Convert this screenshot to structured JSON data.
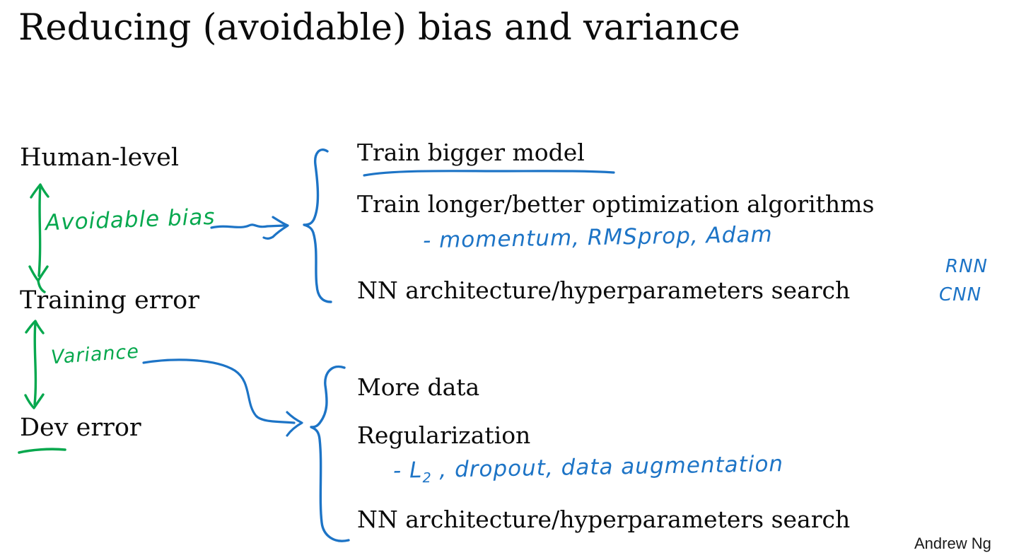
{
  "slide": {
    "title": "Reducing (avoidable) bias and variance",
    "credit": "Andrew Ng",
    "levels": {
      "human_level": "Human-level",
      "training_error": "Training error",
      "dev_error": "Dev error"
    },
    "gap_labels": {
      "avoidable_bias": "Avoidable bias",
      "variance": "Variance"
    },
    "bias_remedies": [
      "Train bigger model",
      "Train longer/better optimization algorithms",
      "NN architecture/hyperparameters search"
    ],
    "variance_remedies": [
      "More data",
      "Regularization",
      "NN architecture/hyperparameters search"
    ],
    "handwritten_notes": {
      "optimizers": "- momentum, RMSprop, Adam",
      "regularizers_prefix": "- L",
      "regularizers_sub": "2",
      "regularizers_rest": " , dropout, data augmentation",
      "rnn": "RNN",
      "cnn": "CNN"
    },
    "colors": {
      "ink_green": "#07a84e",
      "ink_blue": "#1d74c6",
      "text_black": "#0b0b0b"
    }
  }
}
